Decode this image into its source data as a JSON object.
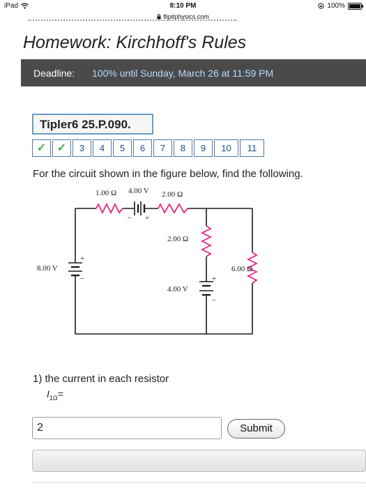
{
  "status_bar": {
    "device": "iPad",
    "time": "8:10 PM",
    "url": "flipitphysics.com",
    "battery": "100%",
    "battery_level": 1.0
  },
  "page": {
    "title": "Homework: Kirchhoff's Rules",
    "deadline_label": "Deadline:",
    "deadline_text": "100% until Sunday, March 26 at 11:59 PM"
  },
  "problem": {
    "id": "Tipler6 25.P.090.",
    "nav": [
      {
        "label": "✓",
        "done": true
      },
      {
        "label": "✓",
        "done": true
      },
      {
        "label": "3",
        "done": false
      },
      {
        "label": "4",
        "done": false
      },
      {
        "label": "5",
        "done": false
      },
      {
        "label": "6",
        "done": false
      },
      {
        "label": "7",
        "done": false
      },
      {
        "label": "8",
        "done": false
      },
      {
        "label": "9",
        "done": false
      },
      {
        "label": "10",
        "done": false
      },
      {
        "label": "11",
        "done": false
      }
    ],
    "instructions": "For the circuit shown in the figure below, find the following."
  },
  "circuit": {
    "r1_label": "1.00 Ω",
    "emf_top_label": "4.00 V",
    "r2_label": "2.00 Ω",
    "r_mid_label": "2.00 Ω",
    "emf_left_label": "8.00 V",
    "emf_mid_label": "4.00 V",
    "r_right_label": "6.00 Ω",
    "minus": "–",
    "plus": "+",
    "colors": {
      "resistor": "#e6267f",
      "wire": "#1a1a1a"
    }
  },
  "question": {
    "text": "1) the current in each resistor",
    "var_main": "I",
    "var_sub": "1Ω",
    "var_suffix": "=",
    "answer_value": "2",
    "submit_label": "Submit"
  }
}
